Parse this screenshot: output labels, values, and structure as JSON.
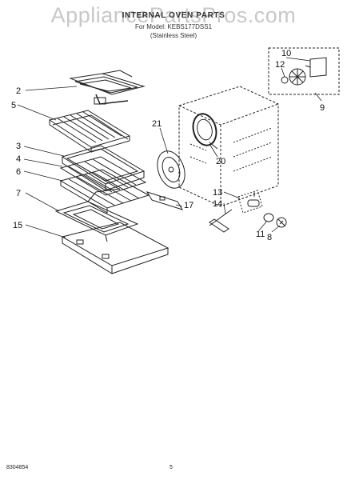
{
  "watermark": "AppliancePartsPros.com",
  "header": {
    "title": "INTERNAL OVEN PARTS",
    "model_line": "For Model: KEBS177DSS1",
    "finish": "(Stainless Steel)"
  },
  "callouts": [
    "2",
    "5",
    "3",
    "4",
    "6",
    "7",
    "15",
    "21",
    "20",
    "17",
    "13",
    "14",
    "11",
    "8",
    "10",
    "12",
    "9"
  ],
  "footer": {
    "doc_number": "8304854",
    "page": "5"
  }
}
